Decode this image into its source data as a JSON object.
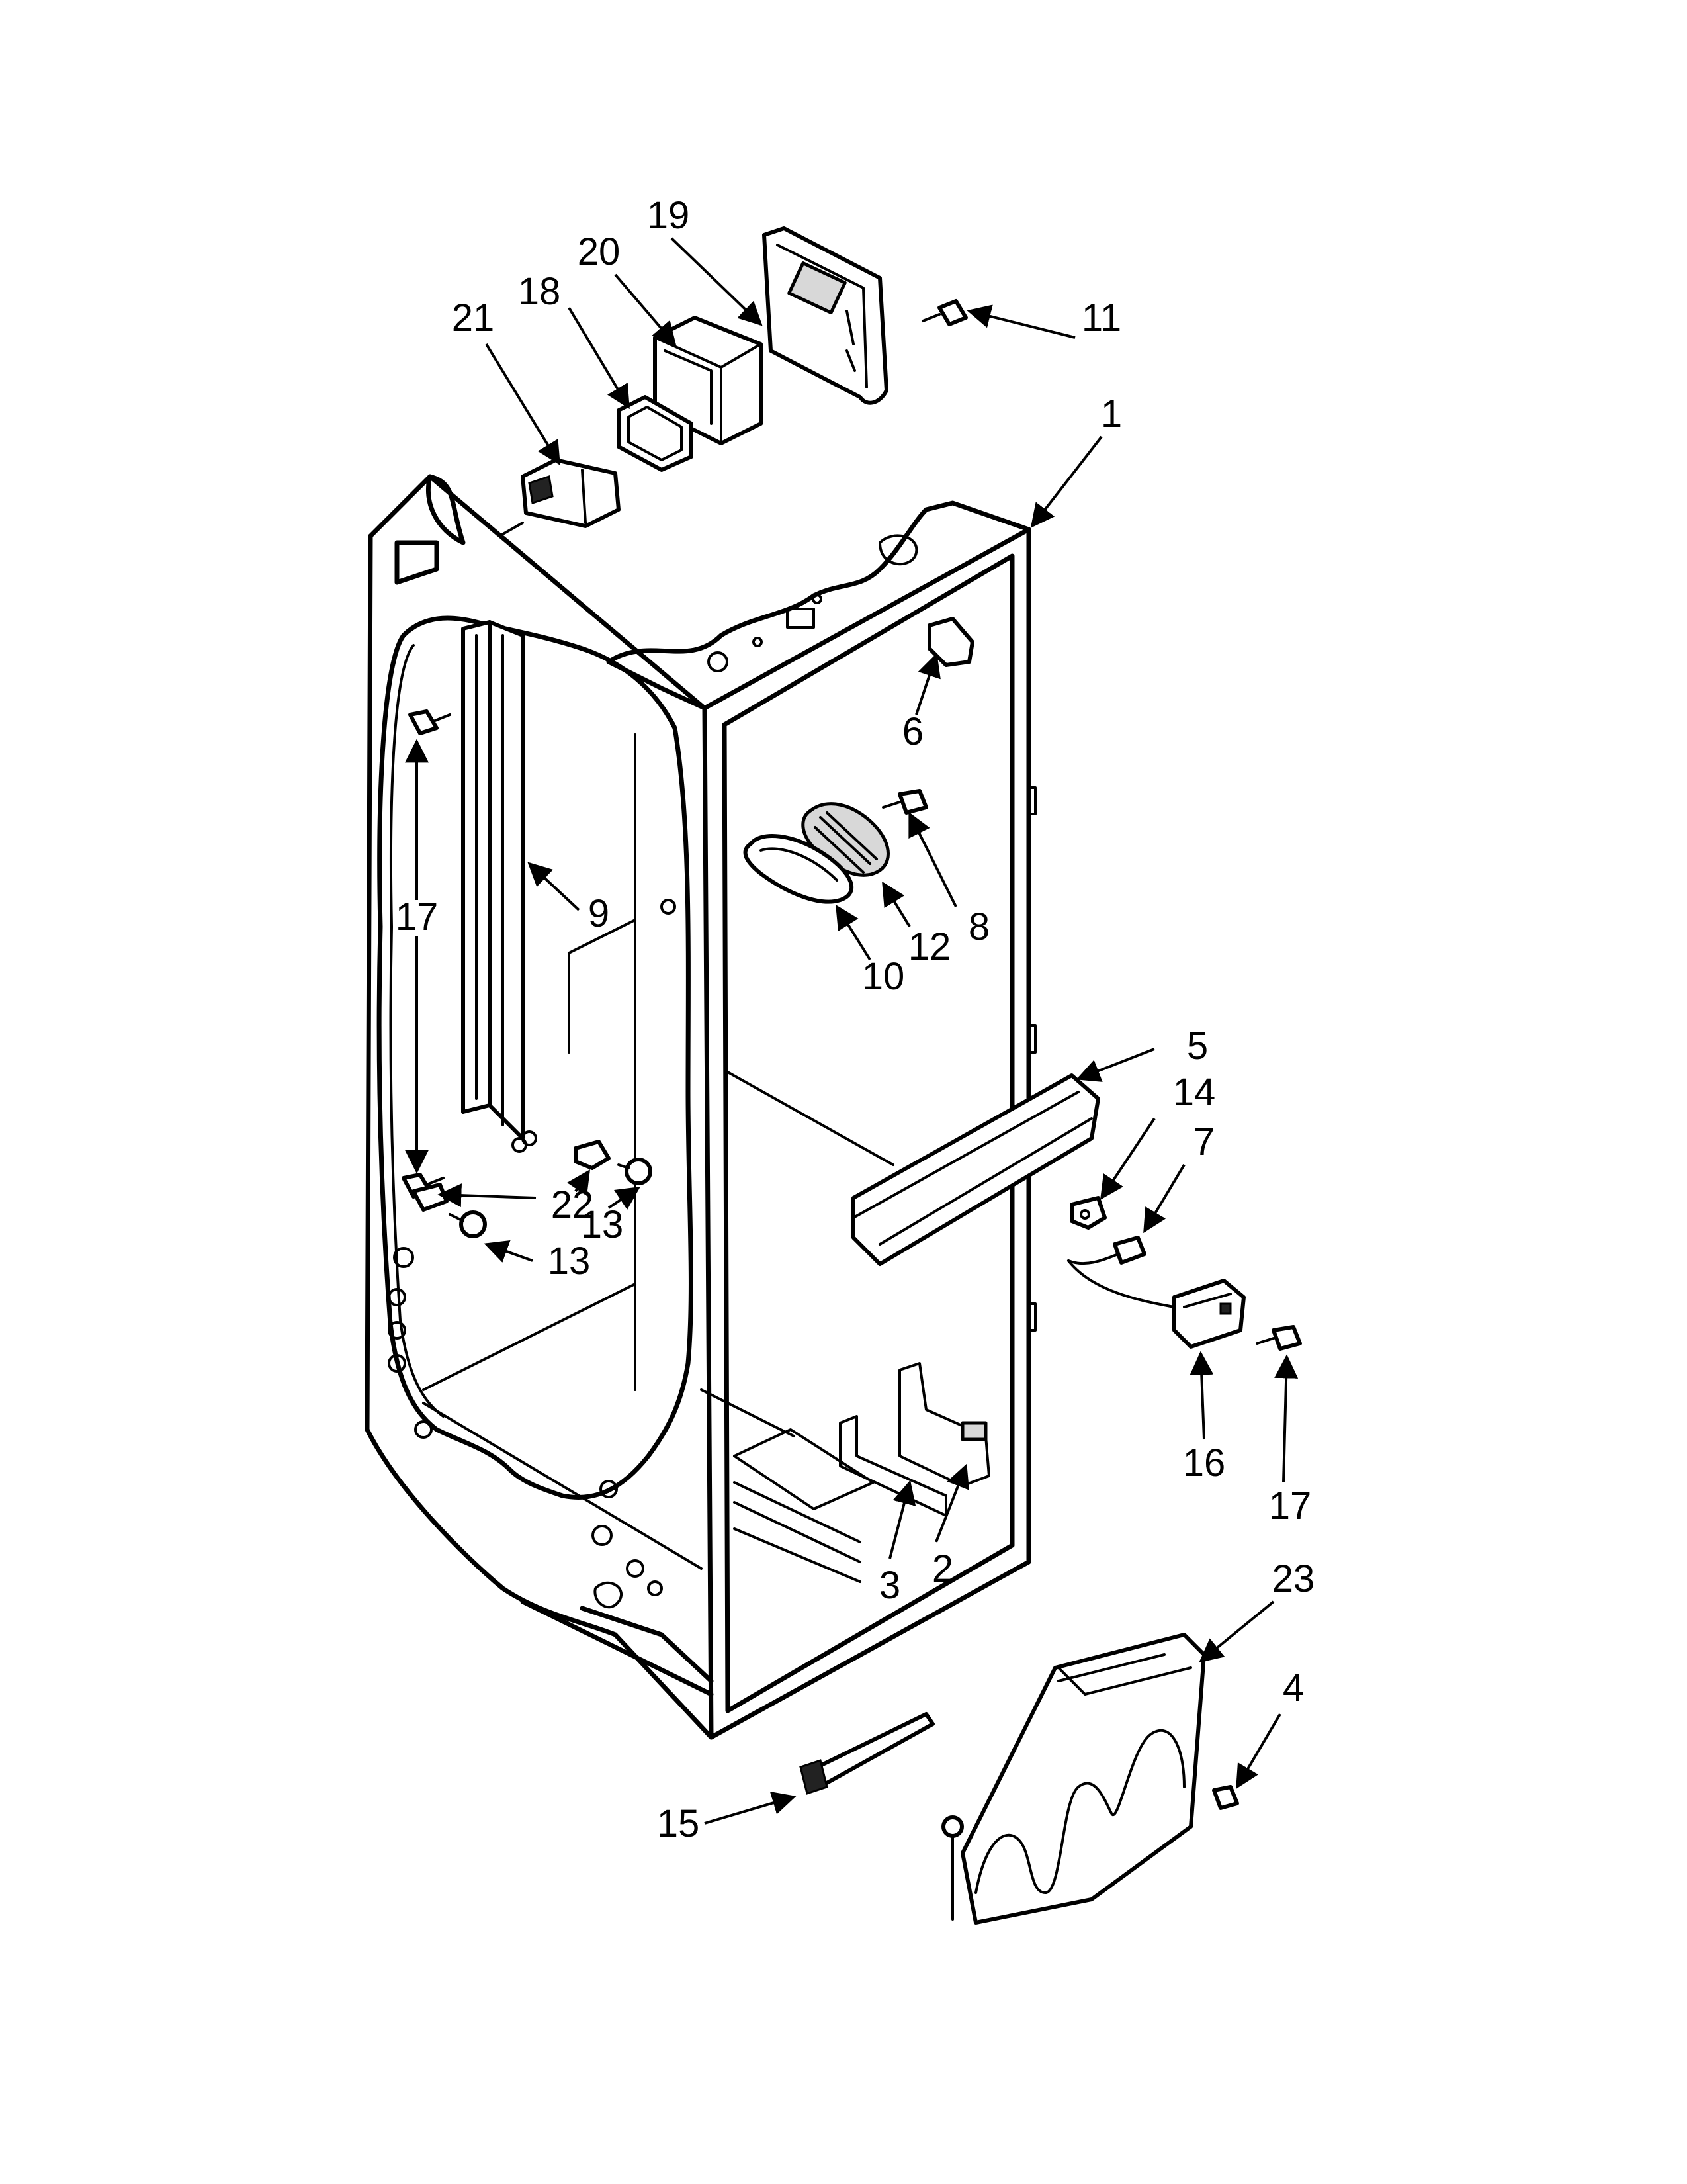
{
  "colors": {
    "line": "#000000",
    "background": "#ffffff",
    "shade": "#d8d8d8"
  },
  "callouts": [
    {
      "id": "c1",
      "label": "1"
    },
    {
      "id": "c2",
      "label": "2"
    },
    {
      "id": "c3",
      "label": "3"
    },
    {
      "id": "c4",
      "label": "4"
    },
    {
      "id": "c5",
      "label": "5"
    },
    {
      "id": "c6",
      "label": "6"
    },
    {
      "id": "c7",
      "label": "7"
    },
    {
      "id": "c8",
      "label": "8"
    },
    {
      "id": "c9",
      "label": "9"
    },
    {
      "id": "c10",
      "label": "10"
    },
    {
      "id": "c11",
      "label": "11"
    },
    {
      "id": "c12",
      "label": "12"
    },
    {
      "id": "c13a",
      "label": "13"
    },
    {
      "id": "c13b",
      "label": "13"
    },
    {
      "id": "c14",
      "label": "14"
    },
    {
      "id": "c15",
      "label": "15"
    },
    {
      "id": "c16",
      "label": "16"
    },
    {
      "id": "c17a",
      "label": "17"
    },
    {
      "id": "c17b",
      "label": "17"
    },
    {
      "id": "c18",
      "label": "18"
    },
    {
      "id": "c19",
      "label": "19"
    },
    {
      "id": "c20",
      "label": "20"
    },
    {
      "id": "c21",
      "label": "21"
    },
    {
      "id": "c22",
      "label": "22"
    },
    {
      "id": "c23",
      "label": "23"
    }
  ]
}
